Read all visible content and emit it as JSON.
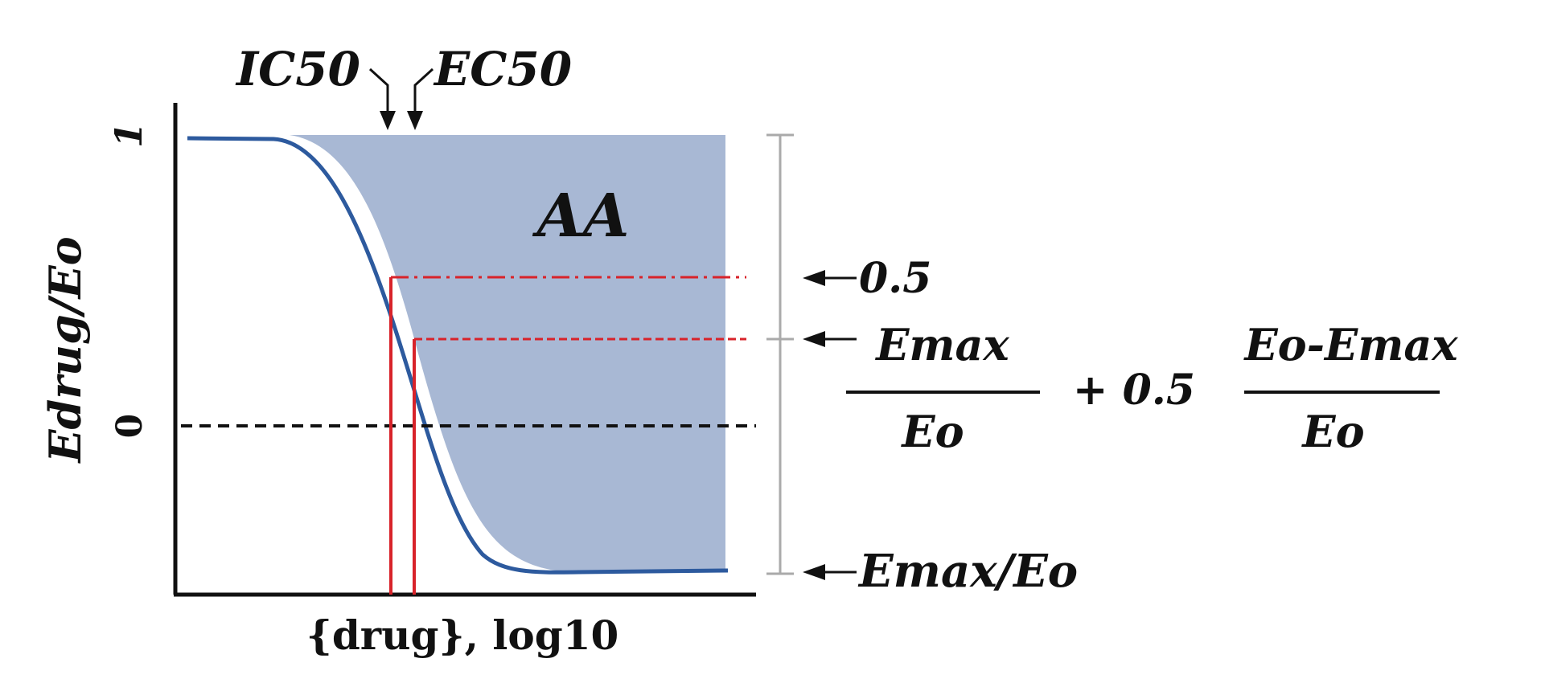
{
  "labels": {
    "ylabel": "Edrug/Eo",
    "xlabel": "{drug}, log10",
    "tick_top": "1",
    "tick_zero": "0",
    "ic50": "IC50",
    "ec50": "EC50",
    "area": "AA",
    "half": "0.5",
    "frac1_num": "Emax",
    "frac1_den": "Eo",
    "plus_half": "+ 0.5",
    "frac2_num": "Eo-Emax",
    "frac2_den": "Eo",
    "bottom": "Emax/Eo"
  },
  "colors": {
    "curve": "#2d5a9e",
    "fill": "#a8b8d4",
    "red": "#d8232a",
    "gray": "#aaaaaa",
    "ink": "#111111"
  }
}
